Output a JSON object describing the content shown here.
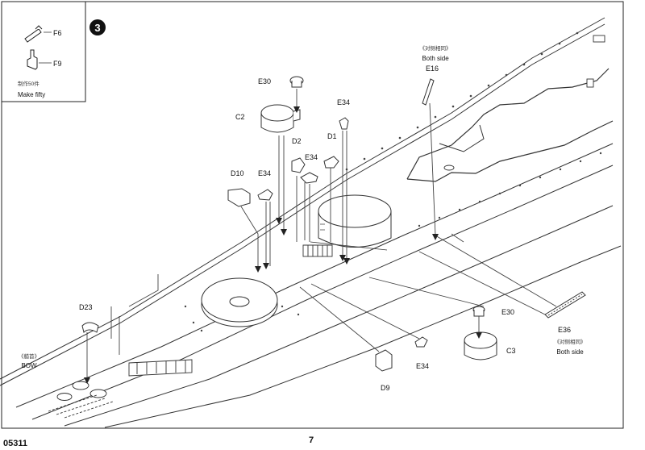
{
  "page": {
    "code": "05311",
    "number": "7"
  },
  "step": {
    "number": "3"
  },
  "inset": {
    "part_top": "F6",
    "part_bottom": "F9",
    "qty_cjk": "制作50件",
    "qty_en": "Make fifty"
  },
  "notes": {
    "both_side_cjk": "《对侧相同》",
    "both_side_en": "Both side",
    "bow_cjk": "《艏首》",
    "bow_en": "BOW"
  },
  "parts": {
    "e30_top": "E30",
    "c2": "C2",
    "e34_a": "E34",
    "d1": "D1",
    "d2": "D2",
    "e34_b": "E34",
    "d10": "D10",
    "e34_c": "E34",
    "e16": "E16",
    "d23": "D23",
    "e30_right": "E30",
    "c3": "C3",
    "e36": "E36",
    "e34_d": "E34",
    "d9": "D9"
  }
}
